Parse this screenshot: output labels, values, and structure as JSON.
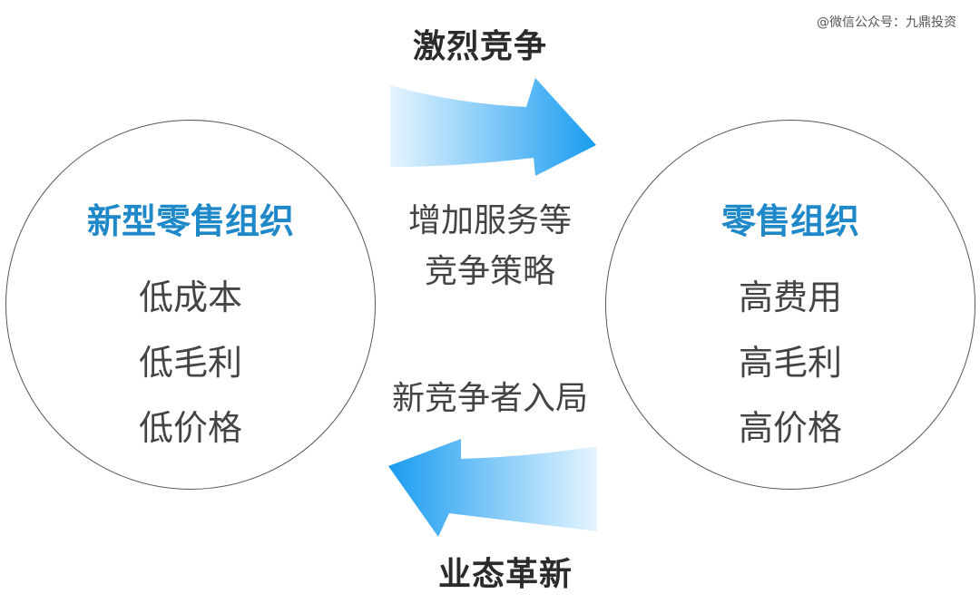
{
  "watermark": "@微信公众号：九鼎投资",
  "top_label": "激烈竞争",
  "bottom_label": "业态革新",
  "middle_top": [
    "增加服务等",
    "竞争策略"
  ],
  "middle_bottom": "新竞争者入局",
  "left_circle": {
    "title": "新型零售组织",
    "items": [
      "低成本",
      "低毛利",
      "低价格"
    ]
  },
  "right_circle": {
    "title": "零售组织",
    "items": [
      "高费用",
      "高毛利",
      "高价格"
    ]
  },
  "colors": {
    "accent": "#1e88c8",
    "arrow_start": "#e6f5ff",
    "arrow_end": "#1a9cf0",
    "text": "#444444"
  }
}
